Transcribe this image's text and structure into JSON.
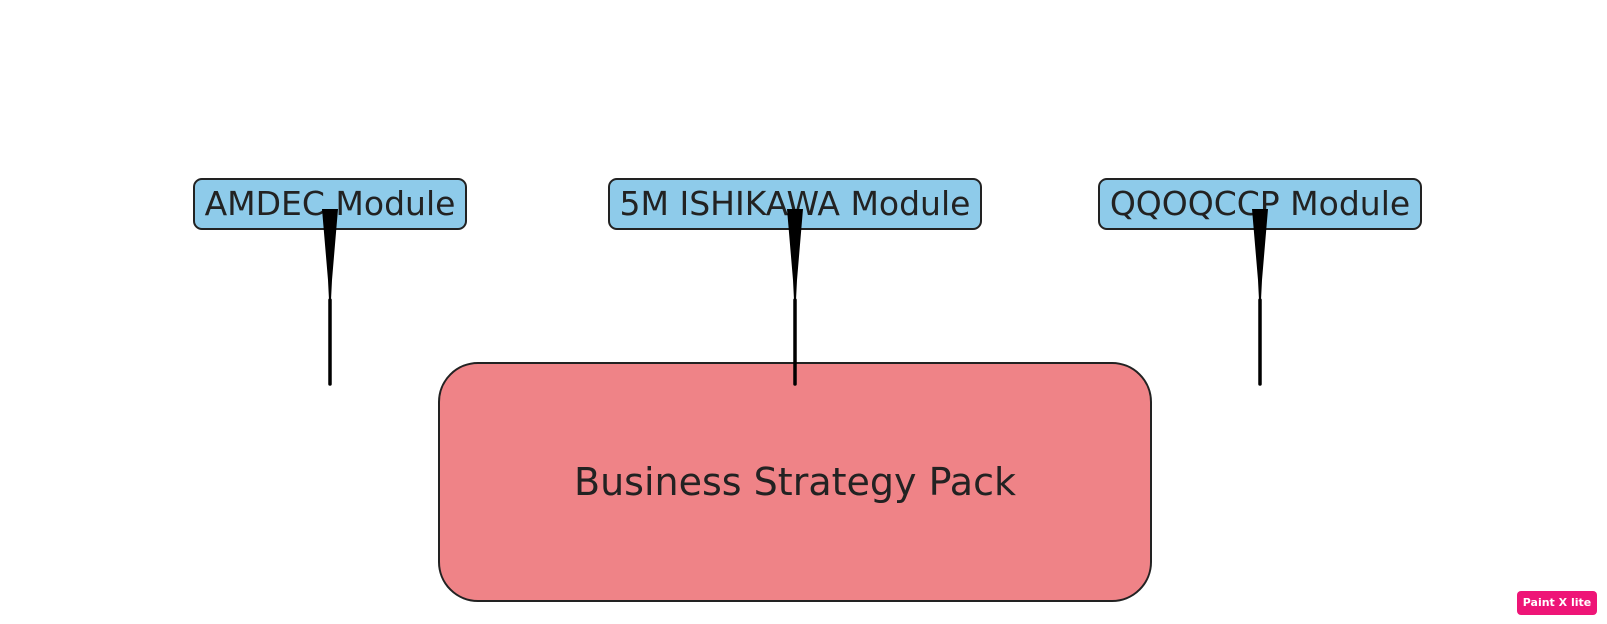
{
  "modules": [
    {
      "id": "amdec",
      "label": "AMDEC Module"
    },
    {
      "id": "ishikawa",
      "label": "5M ISHIKAWA Module"
    },
    {
      "id": "qqoqccp",
      "label": "QQOQCCP Module"
    }
  ],
  "target": {
    "label": "Business Strategy Pack"
  },
  "watermark": {
    "label": "Paint X lite"
  },
  "colors": {
    "module_fill": "#8ecbea",
    "target_fill": "#ef8387",
    "stroke": "#222222",
    "arrow": "#000000",
    "watermark": "#ee1577"
  }
}
